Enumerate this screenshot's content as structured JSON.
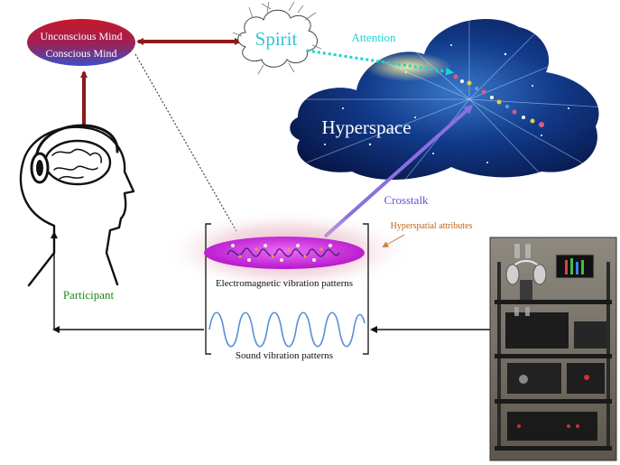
{
  "labels": {
    "unconscious_mind": "Unconscious Mind",
    "conscious_mind": "Conscious Mind",
    "spirit": "Spirit",
    "attention": "Attention",
    "hyperspace": "Hyperspace",
    "crosstalk": "Crosstalk",
    "hyperspatial_attributes": "Hyperspatial attributes",
    "electromagnetic_patterns": "Electromagnetic vibration patterns",
    "sound_patterns": "Sound vibration patterns",
    "participant": "Participant"
  },
  "colors": {
    "mind_top": "#c0182a",
    "mind_bottom": "#3a4fc8",
    "mind_link_arrow": "#8b1a1a",
    "spirit_text": "#33c4d4",
    "attention": "#1bd3d3",
    "crosstalk": "#8a6fe0",
    "crosstalk_text": "#6a4fd0",
    "hyperspatial_text": "#c0651a",
    "participant_text": "#1a8a1a",
    "em_ellipse": "#d81ce8",
    "sound_wave": "#5a8fd8",
    "hyperspace_sky": "#0a1f5c"
  },
  "icons": [
    "head-with-headphones-icon",
    "audio-equipment-rack-image",
    "spirit-cloud-icon",
    "hyperspace-cloud-image"
  ]
}
